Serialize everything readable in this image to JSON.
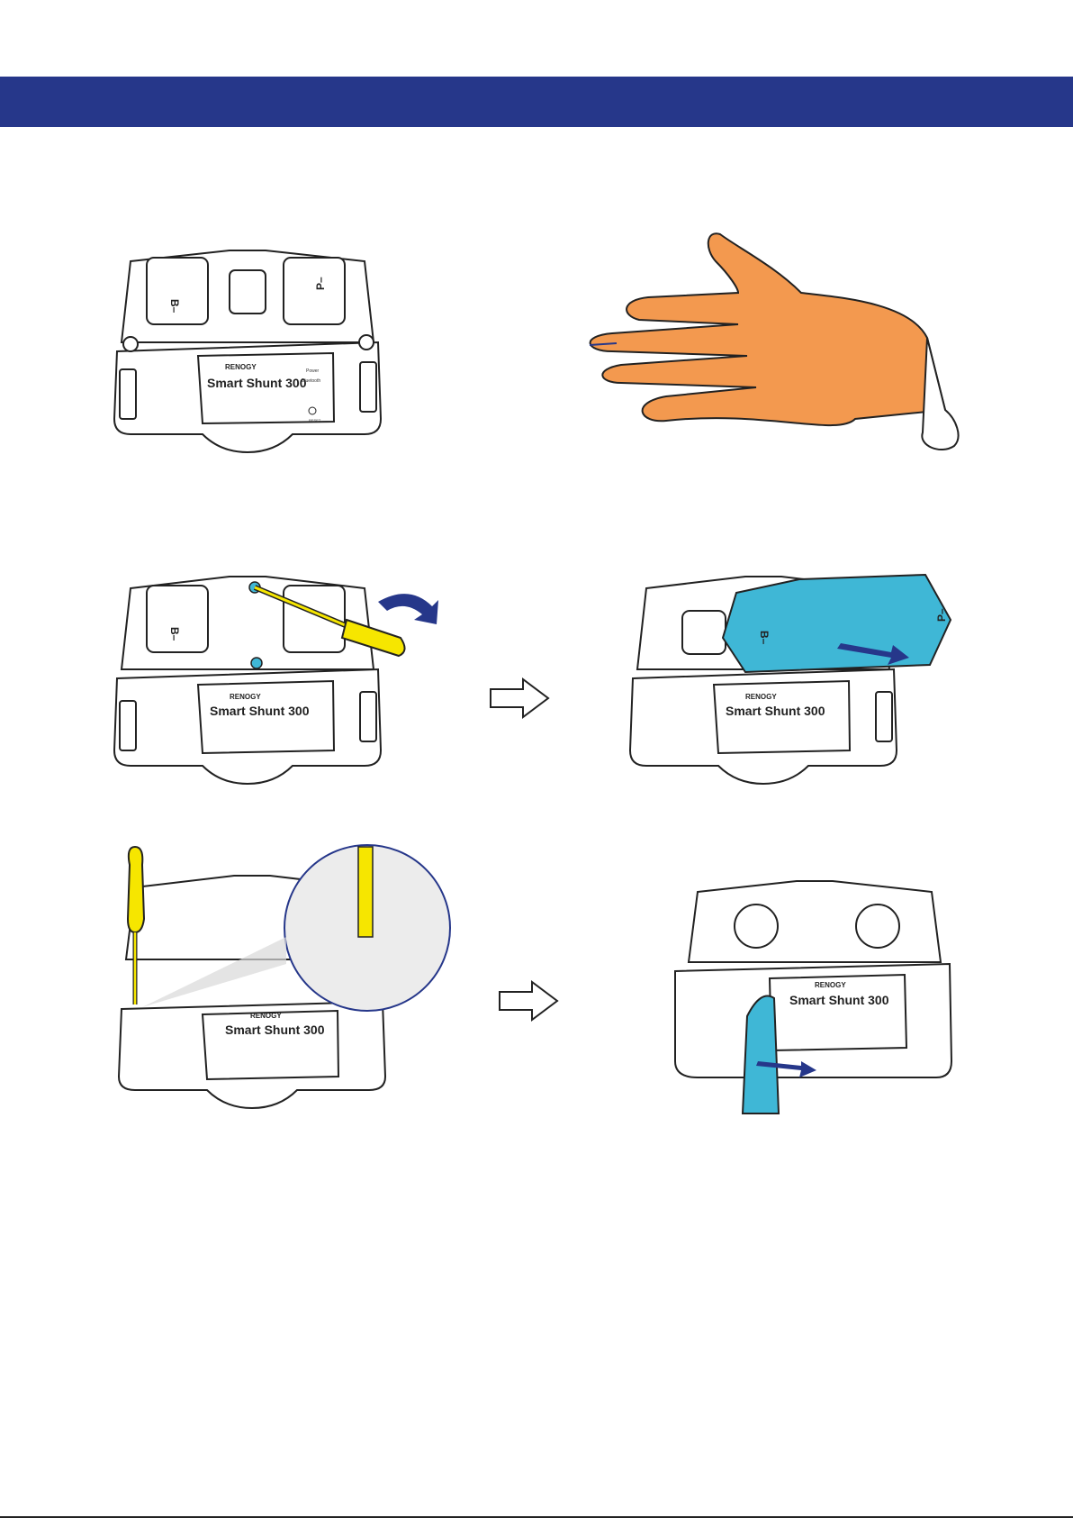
{
  "colors": {
    "header": "#26378a",
    "glove": "#f3994f",
    "cover": "#3fb7d6",
    "tool": "#f6e600",
    "arrow_blue": "#26378a",
    "outline": "#222222"
  },
  "device": {
    "brand": "RENOGY",
    "model": "Smart Shunt 300",
    "terminal_left": "B–",
    "terminal_right": "P–",
    "led_power": "Power",
    "led_bluetooth": "Bluetooth",
    "reset": "RESET"
  },
  "icons": {
    "next_step": "outline-arrow-right-icon",
    "rotate": "curved-arrow-icon",
    "slide": "striped-arrow-icon"
  }
}
